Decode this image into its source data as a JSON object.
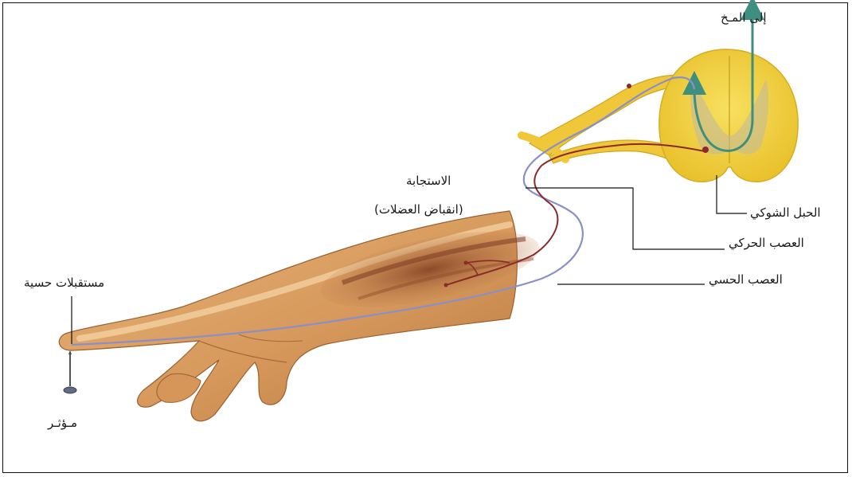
{
  "labels": {
    "to_brain": "إلى المـخ",
    "response": "الاستجابة",
    "muscle_contraction": "(انقباض العضلات)",
    "spinal_cord": "الحبل الشوكي",
    "motor_nerve": "العصب الحركي",
    "sensory_nerve": "العصب الحسي",
    "sensory_receptors": "مستقبلات حسية",
    "stimulus": "مـؤثـر"
  },
  "colors": {
    "skin": "#d9a36a",
    "spinal_cord": "#f2d33a",
    "sensory_nerve": "#8b8fc7",
    "motor_nerve": "#8a2a2a",
    "ascending_pathway": "#3f8f80"
  }
}
